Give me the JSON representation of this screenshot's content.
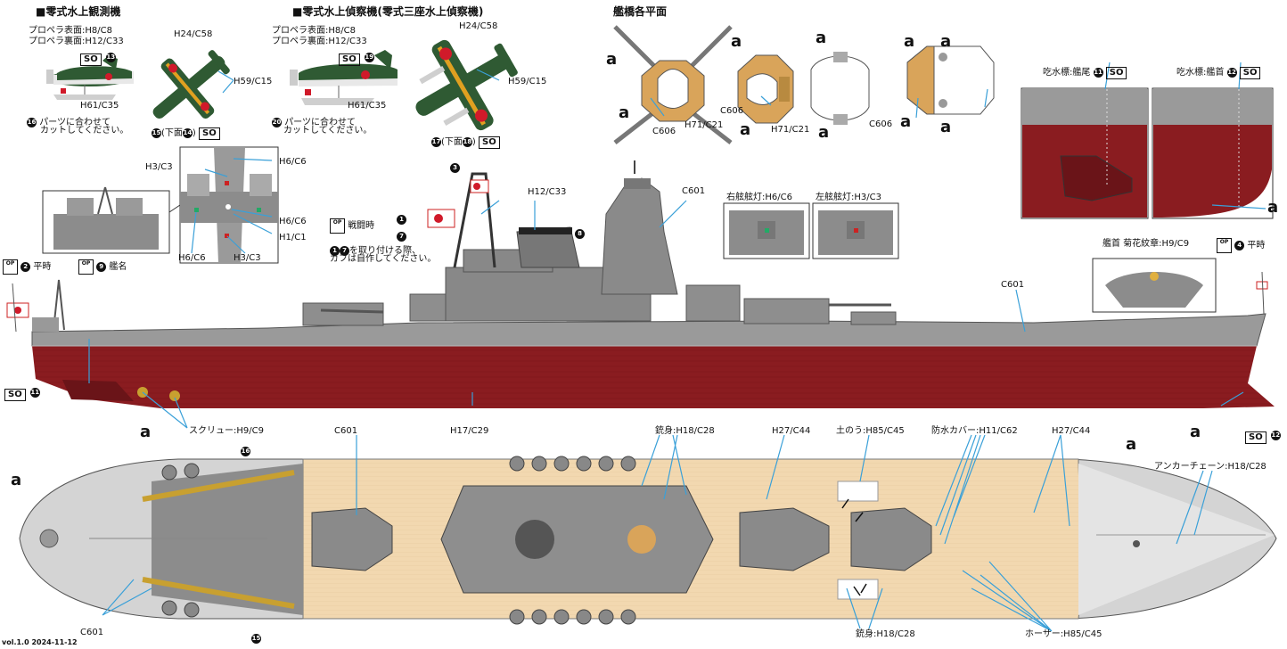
{
  "headings": {
    "observation_plane": "■零式水上観測機",
    "recon_plane": "■零式水上偵察機(零式三座水上偵察機)",
    "bridge_plans": "艦橋各平面"
  },
  "plane1": {
    "prop_front": "プロペラ表面:H8/C8",
    "prop_back": "プロペラ裏面:H12/C33",
    "so_num": "13",
    "color_h61": "H61/C35",
    "note_num": "16",
    "note": "パーツに合わせて",
    "note2": "カットしてください。",
    "top_h24": "H24/C58",
    "top_h59": "H59/C15",
    "bottom_num": "15",
    "bottom_label": "(下面",
    "bottom_num2": "14",
    "bottom_close": ")"
  },
  "plane2": {
    "prop_front": "プロペラ表面:H8/C8",
    "prop_back": "プロペラ裏面:H12/C33",
    "so_num": "19",
    "color_h61": "H61/C35",
    "note_num": "20",
    "note": "パーツに合わせて",
    "note2": "カットしてください。",
    "top_h24": "H24/C58",
    "top_h59": "H59/C15",
    "bottom_num": "17",
    "bottom_label": "(下面",
    "bottom_num2": "18",
    "bottom_close": ")"
  },
  "so_text": "SO",
  "op_text": "OP",
  "a_mark": "a",
  "bridge": {
    "c606_1": "C606",
    "h71_1": "H71/C21",
    "c606_2": "C606",
    "h71_2": "H71/C21",
    "c606_3": "C606"
  },
  "draft": {
    "stern_label": "吃水標:艦尾",
    "stern_num": "11",
    "bow_label": "吃水標:艦首",
    "bow_num": "12"
  },
  "catapult": {
    "h3c3_a": "H3/C3",
    "h6c6_a": "H6/C6",
    "h6c6_b": "H6/C6",
    "h1c1": "H1/C1",
    "h6c6_c": "H6/C6",
    "h3c3_b": "H3/C3"
  },
  "side": {
    "peacetime_num": "2",
    "peacetime": "平時",
    "name_num": "9",
    "name": "艦名",
    "wartime_num": "1",
    "wartime": "戦闘時",
    "flag7_num": "7",
    "attach_num1": "1",
    "attach_num2": "7",
    "attach_note": "を取り付ける際、",
    "attach_note2": "ガフは自作してください。",
    "h12c33": "H12/C33",
    "num3": "3",
    "num8": "8",
    "c601_top": "C601",
    "nav_right": "右舷舷灯:H6/C6",
    "nav_left": "左舷舷灯:H3/C3",
    "chrysanthemum": "艦首 菊花紋章:H9/C9",
    "peace_right_num": "4",
    "peace_right": "平時",
    "c601_side": "C601",
    "so11": "11",
    "so12": "12",
    "screw": "スクリュー:H9/C9",
    "hull": "H17/C29"
  },
  "deck": {
    "c601_a": "C601",
    "barrel_top": "銃身:H18/C28",
    "h27_a": "H27/C44",
    "sandbag": "土のう:H85/C45",
    "waterproof": "防水カバー:H11/C62",
    "h27_b": "H27/C44",
    "anchor": "アンカーチェーン:H18/C28",
    "num16": "16",
    "num15": "15",
    "c601_b": "C601",
    "barrel_bottom": "銃身:H18/C28",
    "hoser": "ホーサー:H85/C45"
  },
  "version": "vol.1.0 2024-11-12",
  "colors": {
    "hull_red": "#8a1c20",
    "hull_gray": "#9a9a9a",
    "deck_wood": "#f2d8b0",
    "plane_green": "#2f5a33",
    "leader_blue": "#3aa0d8",
    "steel": "#8c8c8c"
  }
}
